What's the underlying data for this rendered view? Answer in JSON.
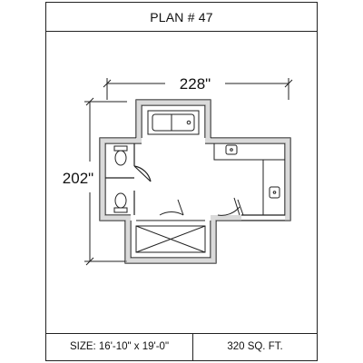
{
  "title": "PLAN # 47",
  "dimensions": {
    "width": "228\"",
    "depth": "202\""
  },
  "footer": {
    "size": "SIZE: 16'-10\" x 19'-0\"",
    "area": "320 SQ. FT."
  }
}
